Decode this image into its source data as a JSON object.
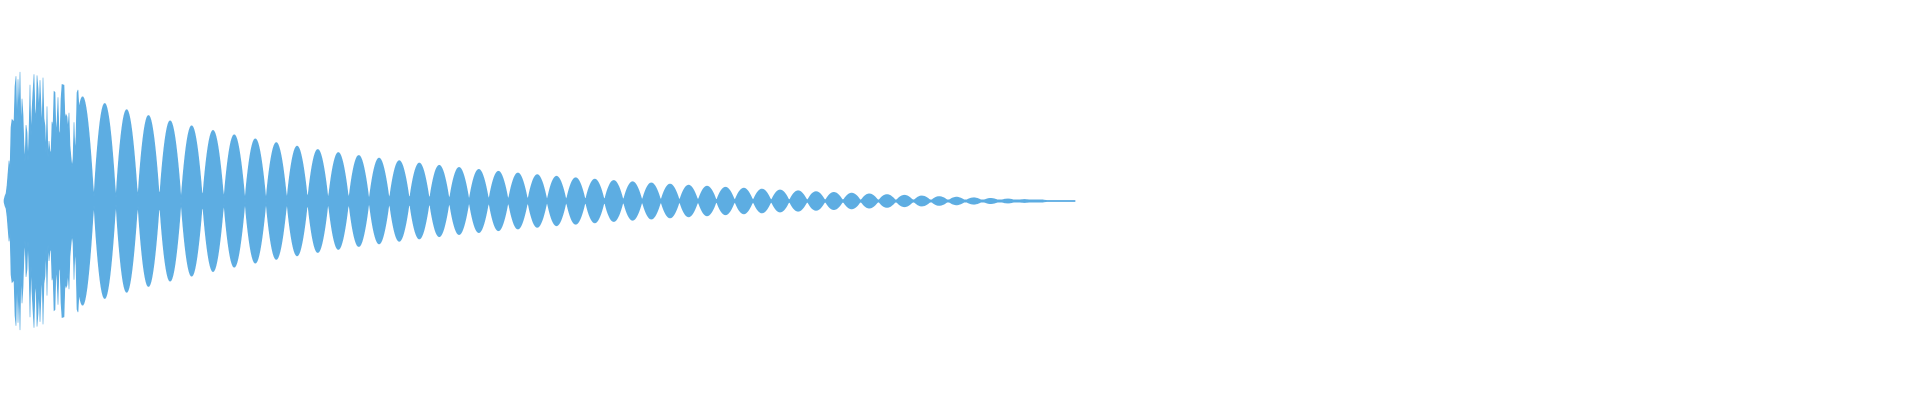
{
  "waveform": {
    "color": "#5dade2",
    "background": "#ffffff",
    "duration_fraction": 0.56,
    "peak_amplitude": 0.66,
    "decay": "exponential",
    "cycles": 47,
    "attack_noise": true
  }
}
